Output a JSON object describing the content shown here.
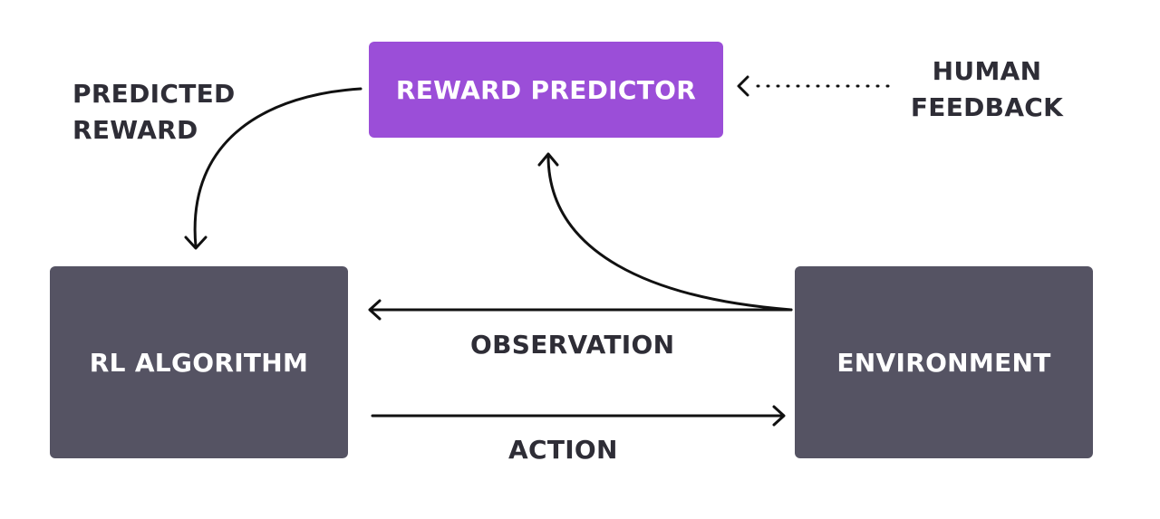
{
  "nodes": {
    "reward_predictor": "REWARD PREDICTOR",
    "rl_algorithm": "RL ALGORITHM",
    "environment": "ENVIRONMENT"
  },
  "edges": {
    "predicted_reward": [
      "PREDICTED",
      "REWARD"
    ],
    "human_feedback": [
      "HUMAN",
      "FEEDBACK"
    ],
    "observation": "OBSERVATION",
    "action": "ACTION"
  },
  "colors": {
    "reward_predictor": "#9b4ed8",
    "box_dark": "#555363",
    "stroke": "#111111",
    "label_text": "#2e2d36"
  }
}
